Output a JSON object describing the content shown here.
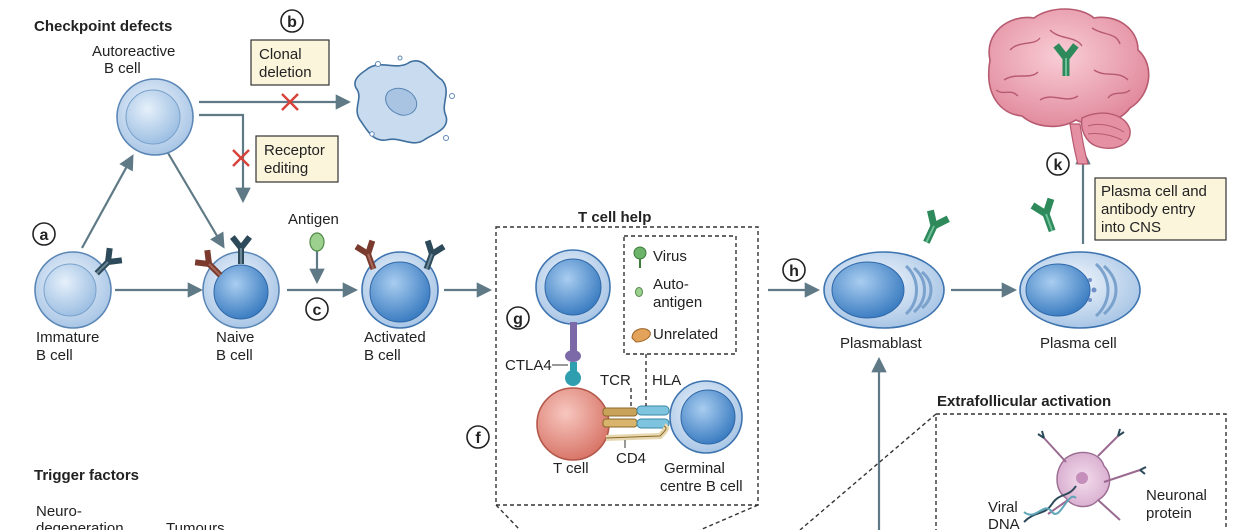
{
  "sections": {
    "checkpoint_defects": "Checkpoint defects",
    "t_cell_help": "T cell help",
    "extrafollicular_activation": "Extrafollicular activation",
    "trigger_factors": "Trigger factors"
  },
  "step_letters": {
    "a": "a",
    "b": "b",
    "c": "c",
    "f": "f",
    "g": "g",
    "h": "h",
    "k": "k"
  },
  "cells": {
    "autoreactive": [
      "Autoreactive",
      "B cell"
    ],
    "immature": [
      "Immature",
      "B cell"
    ],
    "naive": [
      "Naive",
      "B cell"
    ],
    "activated": [
      "Activated",
      "B cell"
    ],
    "t_cell": "T cell",
    "germinal_centre": [
      "Germinal",
      "centre B cell"
    ],
    "plasmablast": "Plasmablast",
    "plasma_cell": "Plasma cell"
  },
  "boxes": {
    "clonal_deletion": [
      "Clonal",
      "deletion"
    ],
    "receptor_editing": [
      "Receptor",
      "editing"
    ],
    "cns_entry": [
      "Plasma cell and",
      "antibody entry",
      "into CNS"
    ]
  },
  "antigen_label": "Antigen",
  "legend": {
    "virus": "Virus",
    "autoantigen": [
      "Auto-",
      "antigen"
    ],
    "unrelated": "Unrelated"
  },
  "molecules": {
    "ctla4": "CTLA4",
    "tcr": "TCR",
    "hla": "HLA",
    "cd4": "CD4"
  },
  "extrafollicular": {
    "viral_dna": [
      "Viral",
      "DNA"
    ],
    "neuronal_protein": [
      "Neuronal",
      "protein"
    ]
  },
  "trigger_items": {
    "neuro": [
      "Neuro-",
      "degeneration"
    ],
    "tumours": "Tumours"
  },
  "colors": {
    "b_cell_light": "#cfe0f2",
    "b_cell_dark": "#4f8fcf",
    "t_cell": "#e8958a",
    "brain": "#f2a7b5",
    "antibody_green": "#2e8a5a",
    "receptor_dark": "#2d4a5a",
    "receptor_brown": "#7a3b2e",
    "arrow": "#5f7a86",
    "note_fill": "#fbf5dc"
  }
}
